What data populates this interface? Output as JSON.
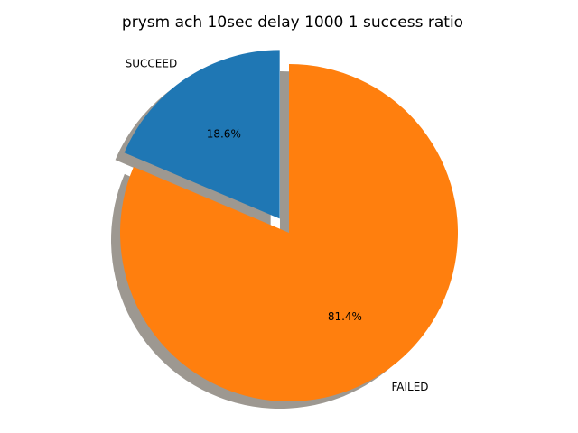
{
  "chart_data": {
    "type": "pie",
    "title": "prysm ach 10sec delay 1000 1 success ratio",
    "slices": [
      {
        "label": "SUCCEED",
        "value": 18.6,
        "percent_label": "18.6%",
        "color": "#1f77b4",
        "exploded": true
      },
      {
        "label": "FAILED",
        "value": 81.4,
        "percent_label": "81.4%",
        "color": "#ff7f0e",
        "exploded": false
      }
    ],
    "start_angle_deg": 90,
    "direction": "counterclockwise",
    "shadow": true,
    "shadow_color": "#9d9891"
  }
}
